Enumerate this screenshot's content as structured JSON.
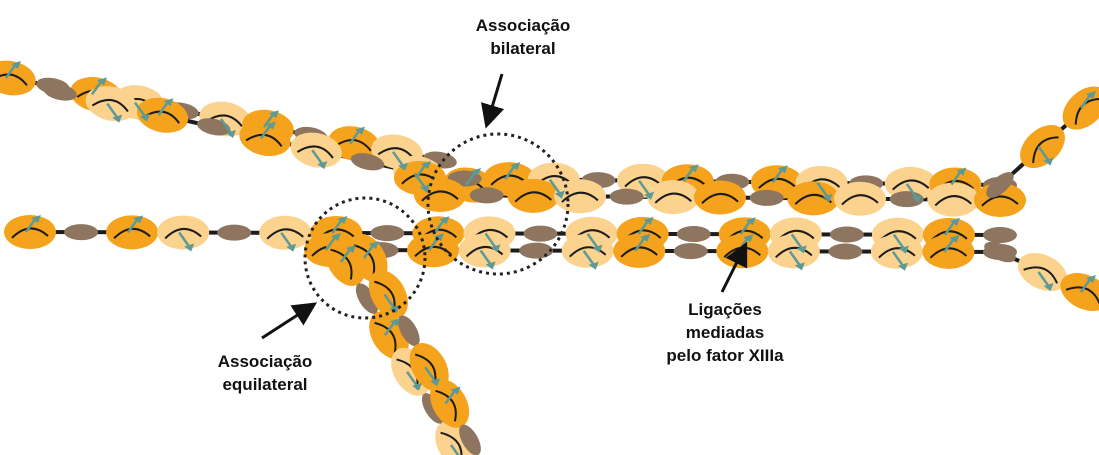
{
  "labels": {
    "bilateral": [
      "Associação",
      "bilateral"
    ],
    "equilateral": [
      "Associação",
      "equilateral"
    ],
    "crosslinks": [
      "Ligações",
      "mediadas",
      "pelo fator XIIIa"
    ]
  },
  "colors": {
    "d_domain": "#f5a21c",
    "d_domain_light": "#fbd28e",
    "e_domain": "#8d7560",
    "rod": "#1c1c1c",
    "crosslink": "#5c9a98",
    "circle": "#222222",
    "background": "#ffffff"
  },
  "icons": {
    "crosslink_marker": "arrowhead-icon",
    "association_marker": "dotted-circle-icon"
  }
}
